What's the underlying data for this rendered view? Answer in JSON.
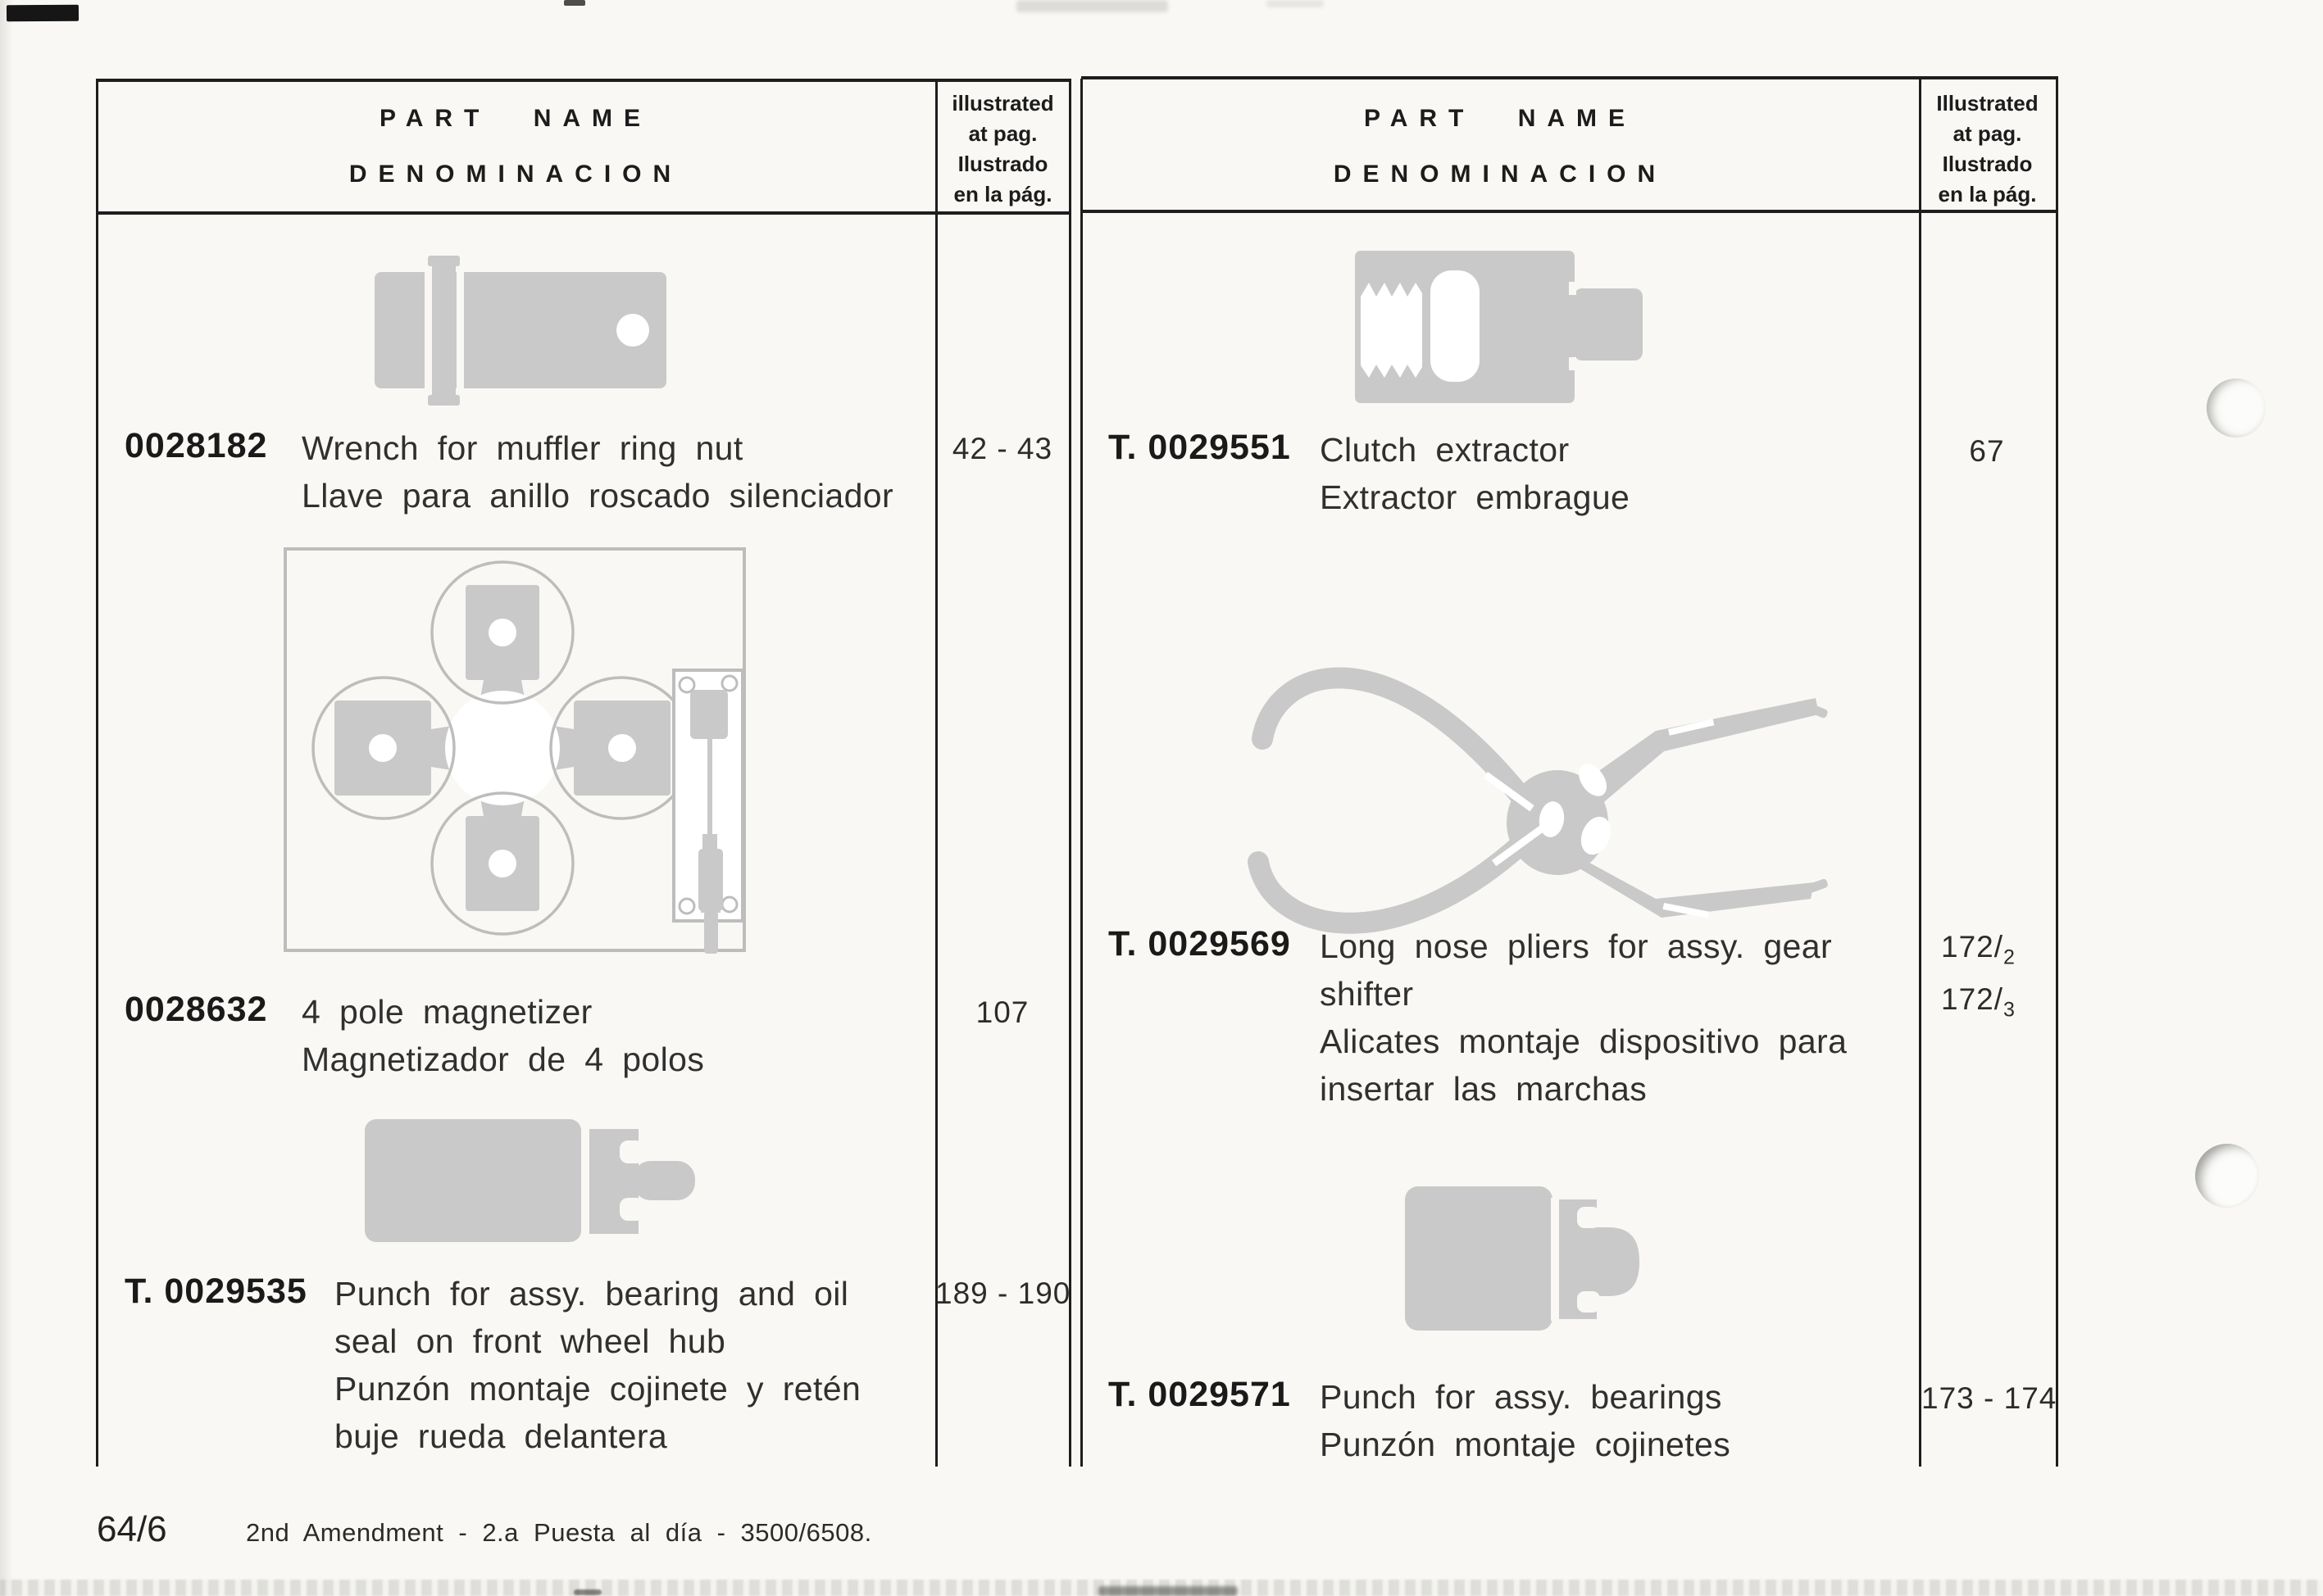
{
  "page": {
    "colors": {
      "paper": "#f9f8f4",
      "silhouette": "#c9c9c9",
      "outline": "#bdbdbd",
      "rule": "#1e1e1e",
      "ink": "#2a2a2a"
    },
    "footer": {
      "page_number": "64/6",
      "amendment_note": "2nd Amendment - 2.a Puesta al día - 3500/6508."
    }
  },
  "columns": [
    {
      "header": {
        "part_name": "PART NAME",
        "denominacion": "DENOMINACION",
        "illustrated_lines": [
          "illustrated",
          "at pag.",
          "Ilustrado",
          "en la pág."
        ]
      },
      "entries": [
        {
          "number": "0028182",
          "illustration": "muffler-ring-nut-wrench",
          "name_en_lines": [
            "Wrench for muffler ring nut"
          ],
          "name_es_lines": [
            "Llave para anillo roscado silenciador"
          ],
          "page_ref": "42 - 43"
        },
        {
          "number": "0028632",
          "illustration": "four-pole-magnetizer",
          "name_en_lines": [
            "4 pole magnetizer"
          ],
          "name_es_lines": [
            "Magnetizador de 4 polos"
          ],
          "page_ref": "107"
        },
        {
          "number": "T. 0029535",
          "illustration": "front-wheel-hub-punch",
          "name_en_lines": [
            "Punch for assy. bearing and oil",
            "seal on front wheel hub"
          ],
          "name_es_lines": [
            "Punzón montaje cojinete y retén",
            "buje rueda delantera"
          ],
          "page_ref": "189 - 190"
        }
      ]
    },
    {
      "header": {
        "part_name": "PART NAME",
        "denominacion": "DENOMINACION",
        "illustrated_lines": [
          "Illustrated",
          "at pag.",
          "Ilustrado",
          "en la pág."
        ]
      },
      "entries": [
        {
          "number": "T. 0029551",
          "illustration": "clutch-extractor",
          "name_en_lines": [
            "Clutch extractor"
          ],
          "name_es_lines": [
            "Extractor embrague"
          ],
          "page_ref": "67"
        },
        {
          "number": "T. 0029569",
          "illustration": "long-nose-pliers",
          "name_en_lines": [
            "Long nose pliers for assy. gear",
            "shifter"
          ],
          "name_es_lines": [
            "Alicates montaje dispositivo para",
            "insertar las marchas"
          ],
          "page_refs_fraction": [
            {
              "main": "172/",
              "sub": "2"
            },
            {
              "main": "172/",
              "sub": "3"
            }
          ]
        },
        {
          "number": "T. 0029571",
          "illustration": "bearings-punch",
          "name_en_lines": [
            "Punch for assy. bearings"
          ],
          "name_es_lines": [
            "Punzón montaje cojinetes"
          ],
          "page_ref": "173 - 174"
        }
      ]
    }
  ]
}
